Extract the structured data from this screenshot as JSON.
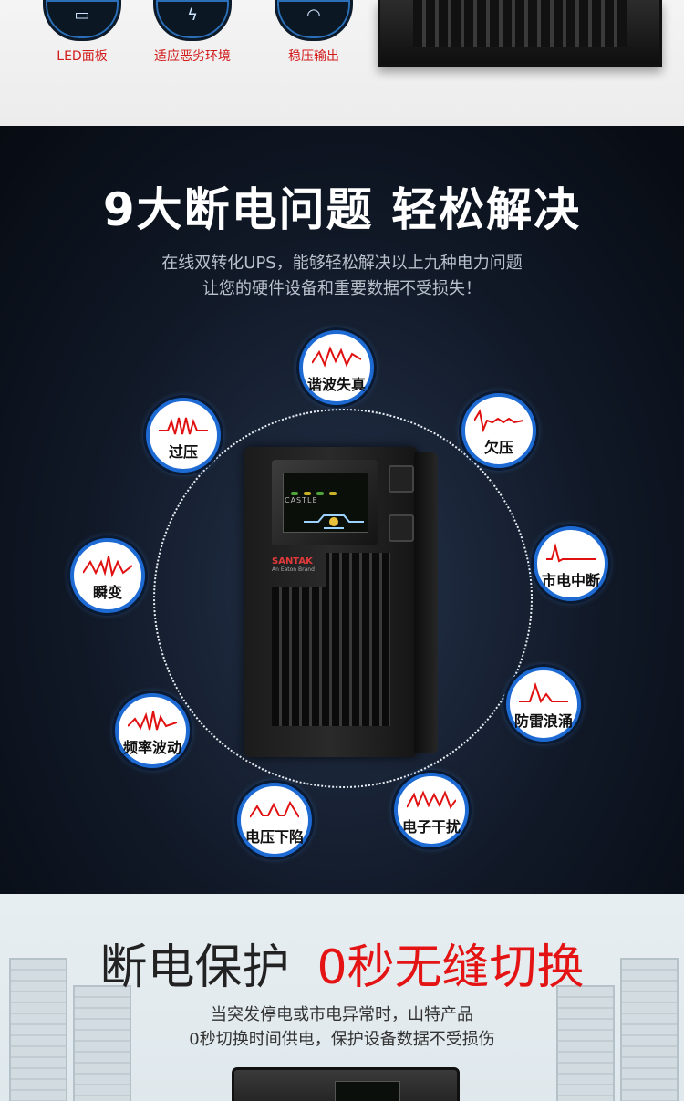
{
  "top": {
    "features": [
      {
        "icon": "led-panel-icon",
        "label": "LED面板"
      },
      {
        "icon": "lightning-icon",
        "label": "适应恶劣环境"
      },
      {
        "icon": "stable-output-icon",
        "label": "稳压输出"
      }
    ]
  },
  "problems": {
    "headline": "9大断电问题 轻松解决",
    "subtitle_line1": "在线双转化UPS，能够轻松解决以上九种电力问题",
    "subtitle_line2": "让您的硬件设备和重要数据不受损失！",
    "items": [
      {
        "label": "谐波失真"
      },
      {
        "label": "过压"
      },
      {
        "label": "欠压"
      },
      {
        "label": "瞬变"
      },
      {
        "label": "市电中断"
      },
      {
        "label": "防雷浪涌"
      },
      {
        "label": "频率波动"
      },
      {
        "label": "电子干扰"
      },
      {
        "label": "电压下陷"
      }
    ],
    "device": {
      "screen_text": "CASTLE",
      "brand": "SANTAK",
      "brand_sub": "An Eaton Brand"
    },
    "accent_color": "#1d6ad3",
    "wave_color": "#e01010"
  },
  "switchover": {
    "title_black": "断电保护",
    "title_red": "0秒无缝切换",
    "subtitle_line1": "当突发停电或市电异常时，山特产品",
    "subtitle_line2": "0秒切换时间供电，保护设备数据不受损伤",
    "title_red_color": "#e41414"
  }
}
